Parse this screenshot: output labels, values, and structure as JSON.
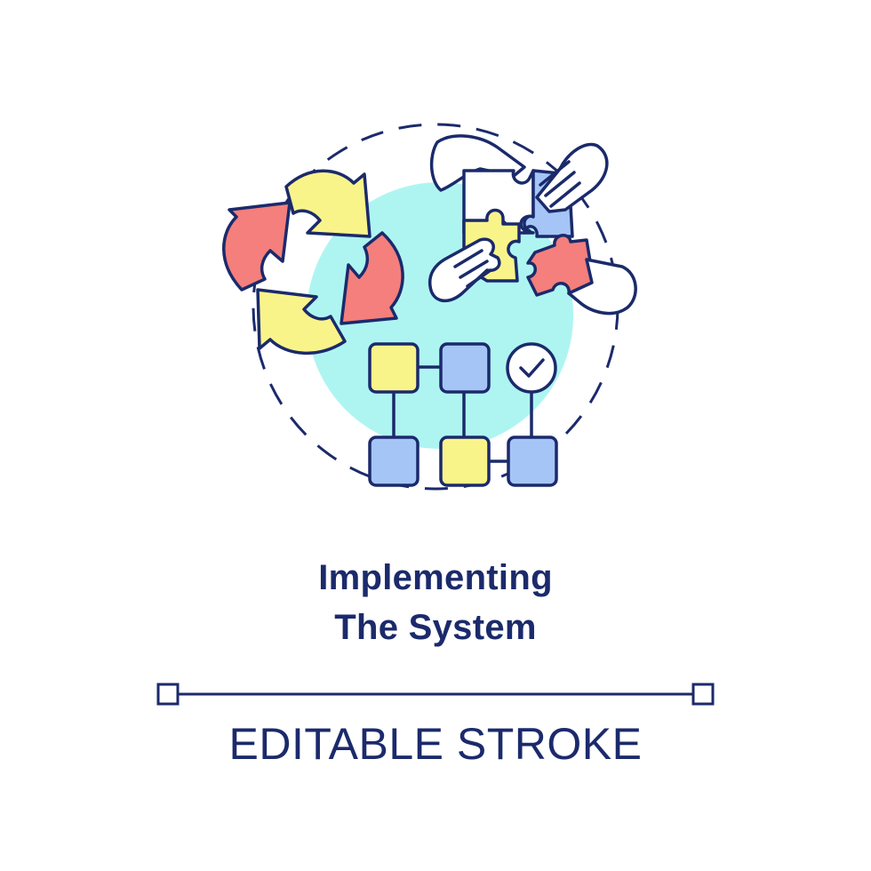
{
  "title": {
    "line1": "Implementing",
    "line2": "The System"
  },
  "footer": {
    "label": "EDITABLE STROKE"
  },
  "colors": {
    "outline": "#1b2a6b",
    "background": "#ffffff",
    "circle_fill": "#aef5f2",
    "yellow": "#f9f48a",
    "red": "#f47f7c",
    "blue": "#a5c5f6",
    "white": "#ffffff"
  },
  "icons": [
    "cycle-arrows-icon",
    "hands-puzzle-icon",
    "flowchart-icon",
    "checkmark-icon"
  ]
}
